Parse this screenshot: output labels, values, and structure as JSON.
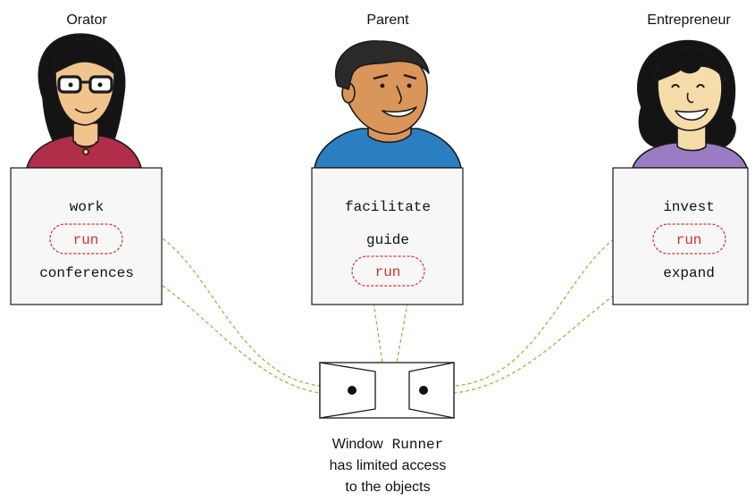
{
  "personas": [
    {
      "role": "Orator",
      "words": [
        "work",
        "run",
        "conferences"
      ],
      "highlight": "run"
    },
    {
      "role": "Parent",
      "words": [
        "facilitate",
        "guide",
        "run"
      ],
      "highlight": "run"
    },
    {
      "role": "Entrepreneur",
      "words": [
        "invest",
        "run",
        "expand"
      ],
      "highlight": "run"
    }
  ],
  "caption": {
    "line1_prefix": "Window",
    "line1_code": "Runner",
    "line2": "has limited access",
    "line3": "to the objects"
  },
  "colors": {
    "highlight_text": "#d9302b",
    "connector": "#8cbf3f",
    "box_fill": "#f7f7f7",
    "outline": "#1a1a1a"
  },
  "icons": [
    "woman-with-glasses-avatar",
    "man-avatar",
    "woman-curly-hair-avatar",
    "window-icon"
  ]
}
